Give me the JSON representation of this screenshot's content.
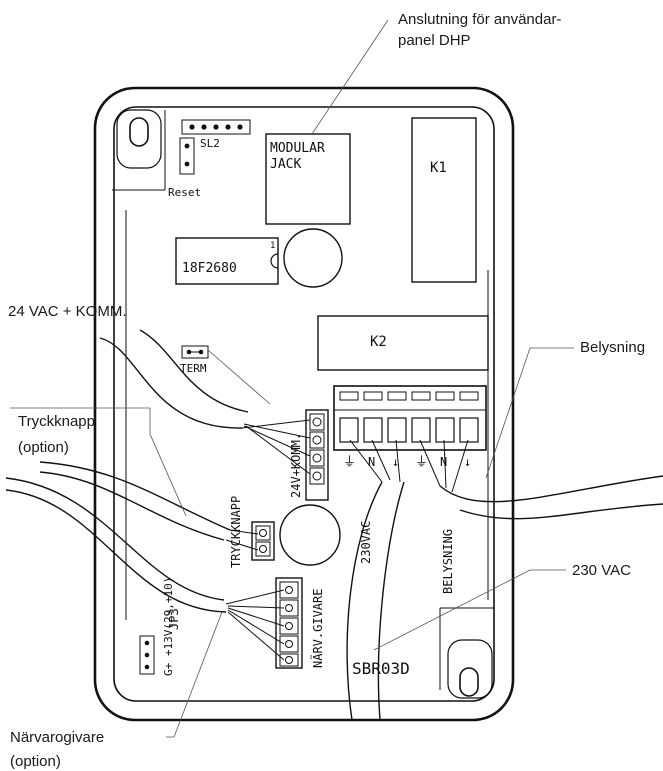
{
  "callouts": {
    "user_panel_line1": "Anslutning för användar-",
    "user_panel_line2": "panel DHP",
    "comm_24vac": "24 VAC + KOMM.",
    "pushbutton_line1": "Tryckknapp",
    "pushbutton_line2": "(option)",
    "lighting": "Belysning",
    "mains_230vac": "230 VAC",
    "presence_line1": "Närvarogivare",
    "presence_line2": "(option)"
  },
  "board": {
    "jumper_sl2": "SL2",
    "reset": "Reset",
    "modular_jack_line1": "MODULAR",
    "modular_jack_line2": "JACK",
    "relay_k1": "K1",
    "relay_k2": "K2",
    "chip_id": "18F2680",
    "chip_pin": "1",
    "term": "TERM",
    "comm_connector": "24V+KOMM.",
    "pushbutton_connector": "TRYCKKNAPP",
    "jp3": "JP3",
    "jp3_pins": "G+ +13V(29,+10)",
    "presence_connector": "NÄRV.GIVARE",
    "mains_connector": "230VAC",
    "lighting_connector": "BELYSNING",
    "model": "SBR03D",
    "terminal_marks": [
      "⏚",
      "N",
      "↓",
      "⏚",
      "N",
      "↓"
    ]
  }
}
